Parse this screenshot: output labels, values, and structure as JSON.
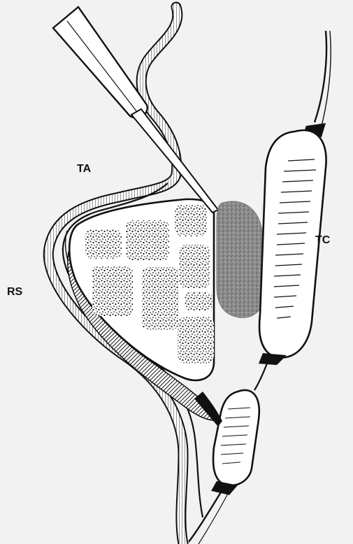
{
  "figure": {
    "background": "#f2f2f2",
    "ink": "#111111",
    "labels": {
      "ta": "TA",
      "tc": "TC",
      "rs": "RS"
    }
  }
}
